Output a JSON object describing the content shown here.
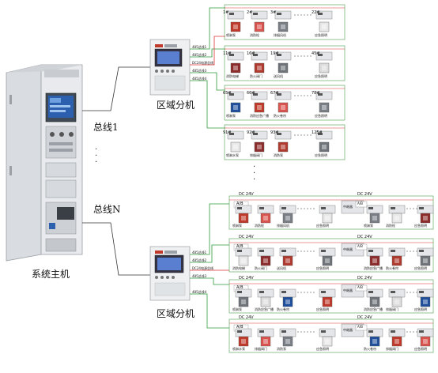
{
  "labels": {
    "host": "系统主机",
    "bus1": "总线1",
    "busN": "总线N",
    "region_top": "区域分机",
    "region_bottom": "区域分机",
    "top_ports": [
      "485总线1",
      "485总线2",
      "DC24电源总线",
      "485总线3",
      "485总线4"
    ],
    "bottom_ports": [
      "485总线1",
      "485总线2",
      "DC24电源总线",
      "485总线3",
      "485总线4"
    ],
    "dc24v": "DC 24V",
    "ab": "A/B",
    "mid_module": "中继器"
  },
  "top_rows": [
    {
      "nodes": [
        "1#",
        "2#",
        "3#",
        "22#"
      ],
      "devices": [
        "喷淋泵",
        "消防栓",
        "排烟风机",
        "应急照明"
      ]
    },
    {
      "nodes": [
        "11#",
        "16#",
        "19#",
        "45#"
      ],
      "devices": [
        "消防电梯",
        "防火阀门",
        "送风机",
        "应急照明"
      ]
    },
    {
      "nodes": [
        "65#",
        "66#",
        "67#",
        "78#"
      ],
      "devices": [
        "喷淋泵",
        "消防应急广播",
        "防火卷帘",
        "应急照明"
      ]
    },
    {
      "nodes": [
        "91#",
        "92#",
        "93#",
        "125#"
      ],
      "devices": [
        "喷淋水泵",
        "排烟阀门",
        "消防泵",
        "应急照明"
      ]
    }
  ],
  "bottom_rows": [
    {
      "left": [
        "喷淋泵",
        "消防栓",
        "排烟风机",
        "应急照明"
      ],
      "right": [
        "喷淋泵",
        "消防栓",
        "应急照明"
      ]
    },
    {
      "left": [
        "消防电梯",
        "防火阀门",
        "送风机",
        "应急照明"
      ],
      "right": [
        "消防应急广播",
        "防火卷帘",
        "应急照明"
      ]
    },
    {
      "left": [
        "喷淋泵",
        "消防应急广播",
        "防火卷帘",
        "应急照明"
      ],
      "right": [
        "消防应急广播",
        "排烟阀门",
        "应急照明"
      ]
    },
    {
      "left": [
        "喷淋水泵",
        "排烟阀门",
        "消防泵",
        "应急照明"
      ],
      "right": [
        "防火卷帘",
        "排烟阀门",
        "应急照明"
      ]
    }
  ],
  "device_icons": [
    "pump-icon",
    "hydrant-icon",
    "fan-icon",
    "emergency-light-icon",
    "elevator-icon",
    "valve-icon",
    "blower-icon",
    "speaker-icon",
    "shutter-icon"
  ]
}
